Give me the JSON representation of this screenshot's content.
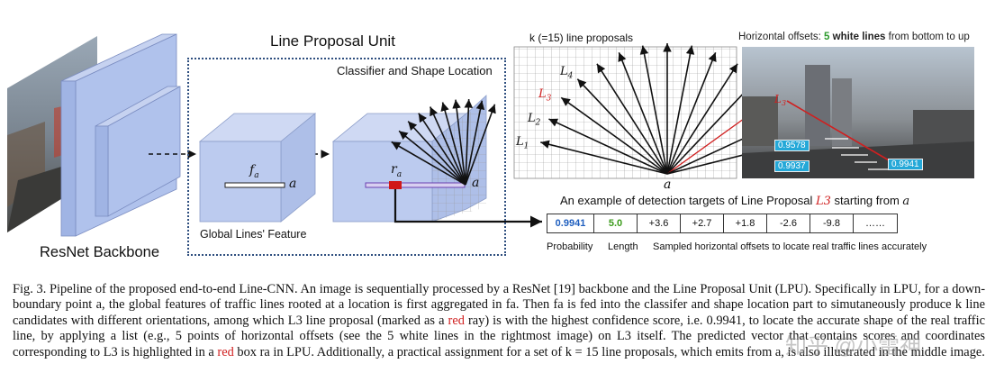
{
  "figure": {
    "lpu_title": "Line Proposal Unit",
    "classifier_title": "Classifier and Shape Location",
    "global_lines_feature": "Global Lines' Feature",
    "backbone_label": "ResNet Backbone",
    "fa_label": "f",
    "fa_sub": "a",
    "a_label": "a",
    "ra_label": "r",
    "ra_sub": "a",
    "mid_title": "k (=15) line proposals",
    "mid_a_label": "a",
    "line_labels": [
      "L1",
      "L2",
      "L3",
      "L4"
    ],
    "right_title_prefix": "Horizontal offsets: ",
    "right_title_num": "5",
    "right_title_bold": "white lines",
    "right_title_suffix": " from bottom to up",
    "right_badges": [
      "0.9578",
      "0.9937",
      "0.9941"
    ],
    "right_l3_label": "L3",
    "example_title_prefix": "An example of detection targets of Line Proposal ",
    "example_title_l3": "L3",
    "example_title_mid": " starting from ",
    "example_title_a": "a",
    "vector_cells": [
      "0.9941",
      "5.0",
      "+3.6",
      "+2.7",
      "+1.8",
      "-2.6",
      "-9.8",
      "……"
    ],
    "vector_labels": {
      "probability": "Probability",
      "length": "Length",
      "offsets": "Sampled horizontal offsets to locate real traffic lines accurately"
    },
    "colors": {
      "red": "#d02020",
      "blue_prob": "#1f5fbf",
      "green_len": "#3a9a1a",
      "lpu_border": "#2f4f7f",
      "cube_face": "#b9c8ec"
    }
  },
  "caption": {
    "p1": "Fig. 3.   Pipeline of the proposed end-to-end Line-CNN. An image is sequentially processed by a ResNet [19] backbone and the Line Proposal Unit (LPU). Specifically in LPU, for a down-boundary point a, the global features of traffic lines rooted at a location is first aggregated in fa. Then fa is fed into the classifer and shape location part to simutaneously produce k line candidates with different orientations, among which L3 line proposal (marked as a ",
    "p1_red": "red",
    "p1_end": " ray) is with the highest confidence score, i.e. 0.9941, to locate the accurate shape of the real traffic line, by applying a list (e.g., 5 points of horizontal offsets (see the 5 white lines in the rightmost image) on L3 itself. The predicted vector that contains scores and coordinates corresponding to L3 is highlighted in a ",
    "p2_red": "red",
    "p2_end": " box ra in LPU. Additionally, a practical assignment for a set of k = 15 line proposals, which emits from a, is also illustrated in the middle image."
  },
  "watermark": "知乎 @小雷神"
}
